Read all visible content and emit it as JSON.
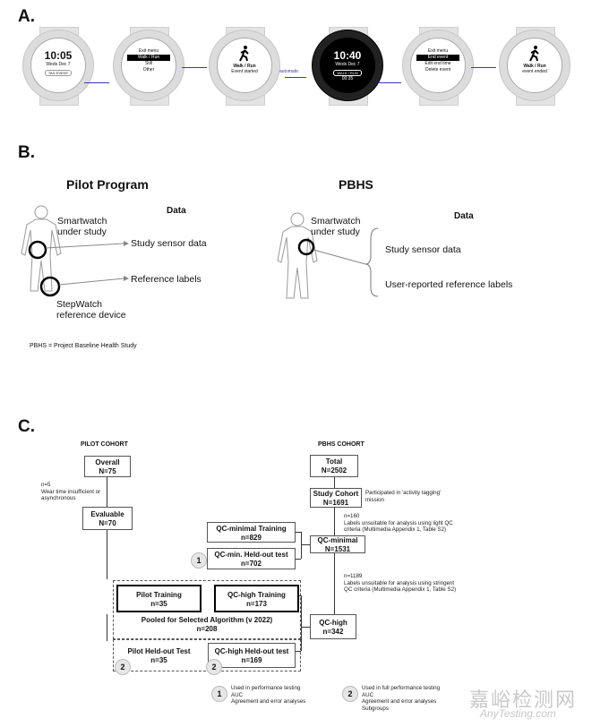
{
  "section_a": {
    "label": "A.",
    "watches": [
      {
        "time": "10:05",
        "date": "Weds Dec 7",
        "button": "TAG EVENT"
      },
      {
        "menu": [
          "Exit menu",
          "Walk / Run",
          "Still",
          "Other"
        ]
      },
      {
        "activity": "Walk / Run",
        "status": "Event started"
      },
      {
        "time": "10:40",
        "date": "Weds Dec 7",
        "button": "WALK / RUN",
        "timer": "00:35"
      },
      {
        "menu": [
          "Exit menu",
          "End event",
          "Edit end time",
          "Delete event"
        ]
      },
      {
        "activity": "Walk / Run",
        "status": "event ended"
      }
    ],
    "automatic_label": "automatic"
  },
  "section_b": {
    "label": "B.",
    "pilot": {
      "title": "Pilot Program",
      "data_header": "Data",
      "smartwatch": "Smartwatch\nunder study",
      "sensor": "Study sensor data",
      "reference": "Reference labels",
      "stepwatch": "StepWatch\nreference device"
    },
    "pbhs": {
      "title": "PBHS",
      "data_header": "Data",
      "smartwatch": "Smartwatch\nunder study",
      "sensor": "Study sensor data",
      "reference": "User-reported reference labels"
    },
    "footnote": "PBHS = Project Baseline Health Study"
  },
  "section_c": {
    "label": "C.",
    "pilot_header": "PILOT COHORT",
    "pbhs_header": "PBHS COHORT",
    "overall": {
      "title": "Overall",
      "n": "N=75"
    },
    "excl1": "n=5\nWear time insufficient or\nasynchronous",
    "evaluable": {
      "title": "Evaluable",
      "n": "N=70"
    },
    "total": {
      "title": "Total",
      "n": "N=2502"
    },
    "study_cohort": {
      "title": "Study Cohort",
      "n": "N=1691"
    },
    "study_note": "Participated in 'activity tagging'\nmission",
    "excl2": "n=160\nLabels unsuitable for analysis using light QC\ncriteria (Multimedia Appendix 1, Table S2)",
    "qc_min": {
      "title": "QC-minimal",
      "n": "N=1531"
    },
    "qc_min_train": {
      "title": "QC-minimal Training",
      "n": "n=829"
    },
    "qc_min_test": {
      "title": "QC-min. Held-out test",
      "n": "n=702"
    },
    "excl3": "n=1189\nLabels unsuitable for analysis using stringent\nQC criteria (Multimedia Appendix 1, Table S2)",
    "qc_high": {
      "title": "QC-high",
      "n": "n=342"
    },
    "pilot_train": {
      "title": "Pilot Training",
      "n": "n=35"
    },
    "qc_high_train": {
      "title": "QC-high Training",
      "n": "n=173"
    },
    "pooled": {
      "title": "Pooled for Selected Algorithm  (v 2022)",
      "n": "n=208"
    },
    "pilot_test": {
      "title": "Pilot Held-out Test",
      "n": "n=35"
    },
    "qc_high_test": {
      "title": "QC-high Held-out test",
      "n": "n=169"
    },
    "badge1": "1",
    "badge2": "2",
    "legend1": "Used in performance testing\nAUC\nAgreement and error analyses",
    "legend2": "Used in full performance testing\nAUC\nAgreement and error analyses\nSubgroups"
  },
  "watermark": {
    "cn": "嘉峪检测网",
    "en": "AnyTesting.com"
  }
}
